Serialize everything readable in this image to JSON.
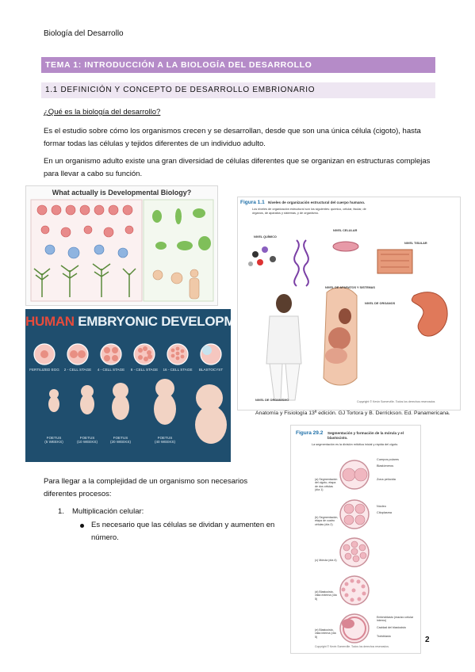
{
  "header": {
    "doc_title": "Biología del Desarrollo"
  },
  "sections": {
    "tema": "TEMA 1: INTRODUCCIÓN A LA BIOLOGÍA DEL DESARROLLO",
    "sub": "1.1 DEFINICIÓN Y CONCEPTO DE DESARROLLO EMBRIONARIO"
  },
  "body": {
    "question": "¿Qué es la biología del desarrollo?",
    "p1": "Es el estudio sobre cómo los organismos crecen y se desarrollan, desde que son una única célula (cigoto), hasta formar todas las células y tejidos diferentes de un individuo adulto.",
    "p2": "En un organismo adulto existe una gran diversidad de células diferentes que se organizan en estructuras complejas para llevar a cabo su función.",
    "p3": "Para llegar a la complejidad de un organismo son necesarios diferentes procesos:",
    "list1": {
      "num": "1.",
      "label": "Multiplicación celular:"
    },
    "bullet1": "Es necesario que las células se dividan y aumenten en número."
  },
  "figures": {
    "dev_bio": {
      "title": "What actually is Developmental Biology?"
    },
    "embryo": {
      "title_a": "HUMAN",
      "title_b": " EMBRYONIC DEVELOPME",
      "stages": [
        "FERTILIZED EGG",
        "2 - CELL STAGE",
        "4 - CELL STAGE",
        "8 - CELL STAGE",
        "16 - CELL STAGE",
        "BLASTOCYST"
      ],
      "foetus": [
        "FOETUS\n(5 WEEKS)",
        "FOETUS\n(10 WEEKS)",
        "FOETUS\n(20 WEEKS)",
        "FOETUS\n(40 WEEKS)"
      ]
    },
    "fig11": {
      "label": "Figura 1.1",
      "title": "Niveles de organización estructural del cuerpo humano.",
      "subtitle": "Los niveles de organización estructural son los siguientes: químico, celular, tisular, de órganos, de aparatos y sistemas, y de organismo.",
      "levels": [
        "NIVEL QUÍMICO",
        "NIVEL CELULAR",
        "NIVEL TISULAR",
        "NIVEL DE APARATOS Y SISTEMAS",
        "NIVEL DE ORGANOS",
        "NIVEL DE ORGANISMO"
      ],
      "copyright": "Copyright © Kevin Somerville. Todos los derechos reservados"
    },
    "fig11_caption": "Anatomía y Fisiología 13ª edición. GJ Tortora y B. Derrickson. Ed. Panamericana.",
    "fig292": {
      "label": "Figura 29.2",
      "title": "Segmentación y formación de la mórula y el blastocisto.",
      "subtitle": "La segmentación es la división mitótica inicial y rápida del cigoto.",
      "stages": [
        "(a) Segmentación del cigoto, etapa de dos células (día 1)",
        "(b) Segmentación, etapa de cuatro células (día 2)",
        "(c) Mórula (día 4)",
        "(d) Blastocisto, vista externa (día 5)",
        "(e) Blastocisto, vista interna (día 5)"
      ],
      "labels": [
        "Cuerpos polares",
        "Blastómeros",
        "Zona pelúcida",
        "Núcleo",
        "Citoplasma",
        "Embrioblasto (macizo celular interno)",
        "Cavidad del blastocisto",
        "Trofoblasto"
      ],
      "copyright": "Copyright © Kevin Somerville. Todos los derechos reservados."
    }
  },
  "page": {
    "number": "2"
  }
}
